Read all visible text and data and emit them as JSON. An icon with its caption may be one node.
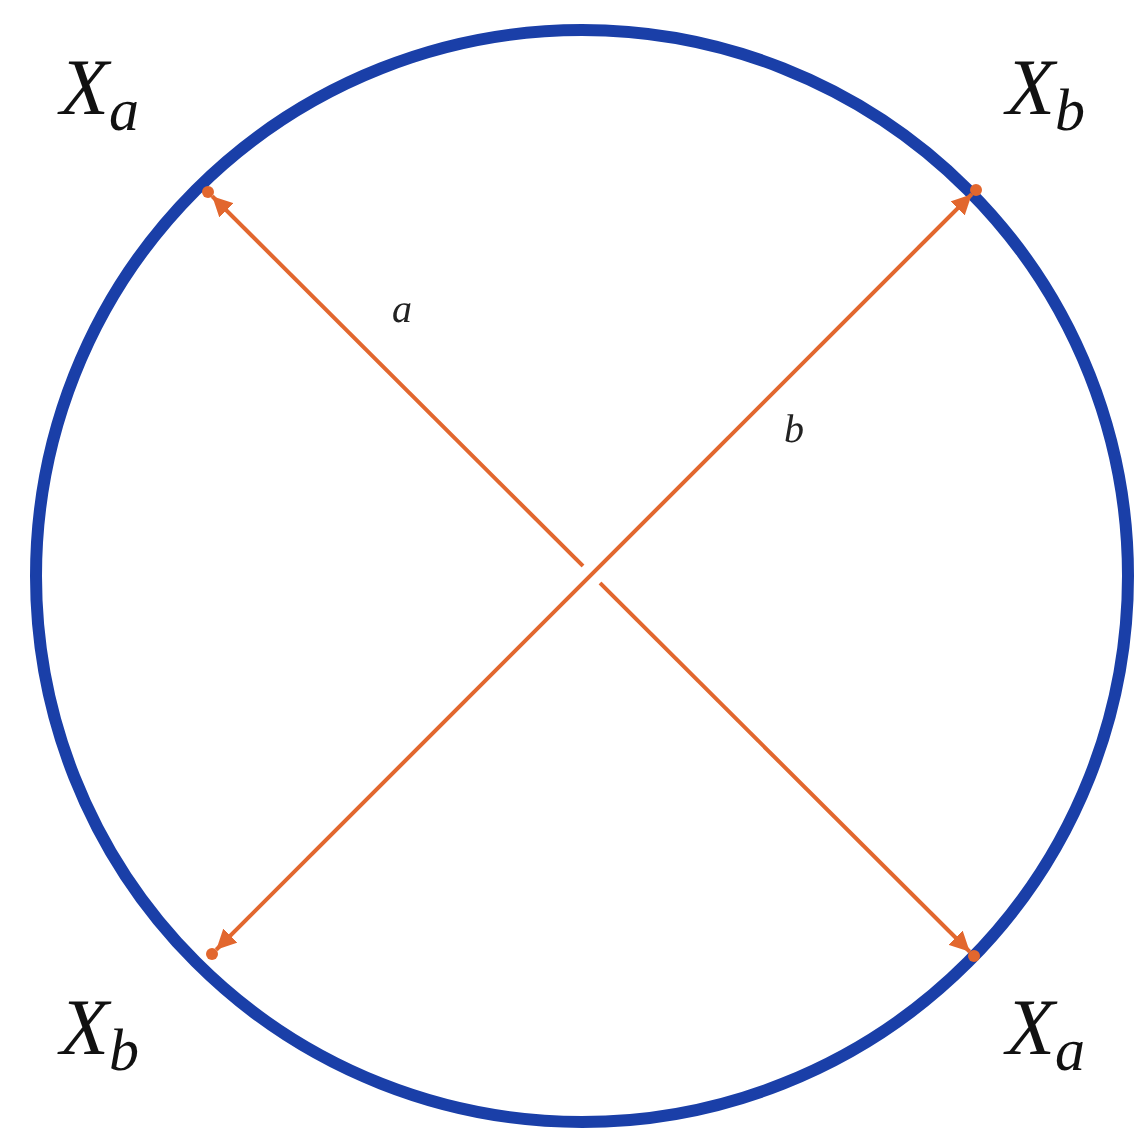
{
  "diagram": {
    "nodes": [
      {
        "text": [],
        "shape": "dot",
        "beside": [
          "X$_{a}$"
        ]
      },
      {
        "text": [],
        "shape": "dot",
        "beside": [
          "X$_{b}$"
        ]
      },
      {
        "text": [],
        "shape": "dot",
        "beside": [
          "X$_{b}$"
        ]
      },
      {
        "text": [],
        "shape": "dot",
        "beside": [
          "X$_{a}$"
        ]
      }
    ],
    "edges": [
      {
        "from": 0,
        "to": 3,
        "arrow": "both",
        "label": "a"
      },
      {
        "from": 1,
        "to": 2,
        "arrow": "both",
        "label": "b"
      }
    ]
  }
}
